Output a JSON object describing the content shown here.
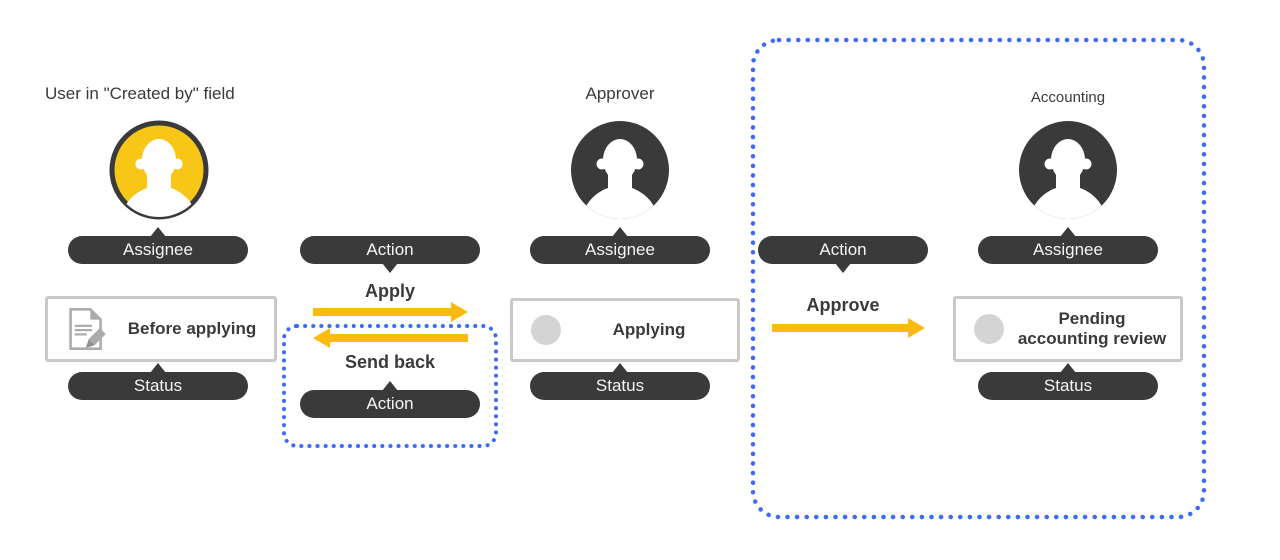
{
  "diagram": {
    "creator": {
      "role_label": "User in \"Created by\" field",
      "assignee_tag": "Assignee",
      "status_text": "Before applying",
      "status_tag": "Status",
      "avatar_icon": "person-avatar-yellow",
      "status_icon": "document-pencil-icon"
    },
    "apply_flow": {
      "action_tag_top": "Action",
      "apply_label": "Apply",
      "send_back_label": "Send back",
      "action_tag_bottom": "Action"
    },
    "approver": {
      "role_label": "Approver",
      "assignee_tag": "Assignee",
      "status_text": "Applying",
      "status_tag": "Status",
      "avatar_icon": "person-avatar-dark",
      "status_icon": "gray-dot"
    },
    "approve_flow": {
      "action_tag": "Action",
      "approve_label": "Approve"
    },
    "accounting": {
      "role_label": "Accounting",
      "assignee_tag": "Assignee",
      "status_text": "Pending accounting review",
      "status_tag": "Status",
      "avatar_icon": "person-avatar-dark",
      "status_icon": "gray-dot"
    }
  },
  "colors": {
    "dark": "#3A3A3A",
    "accent_yellow": "#F8C617",
    "arrow_yellow": "#FBBB0E",
    "dotted_blue": "#3D6BF5",
    "box_border": "#C9C9C9",
    "muted_circle": "#D4D4D4",
    "icon_gray": "#ABABAB",
    "pill_text": "#F5F5F5",
    "background": "#FFFFFF"
  }
}
